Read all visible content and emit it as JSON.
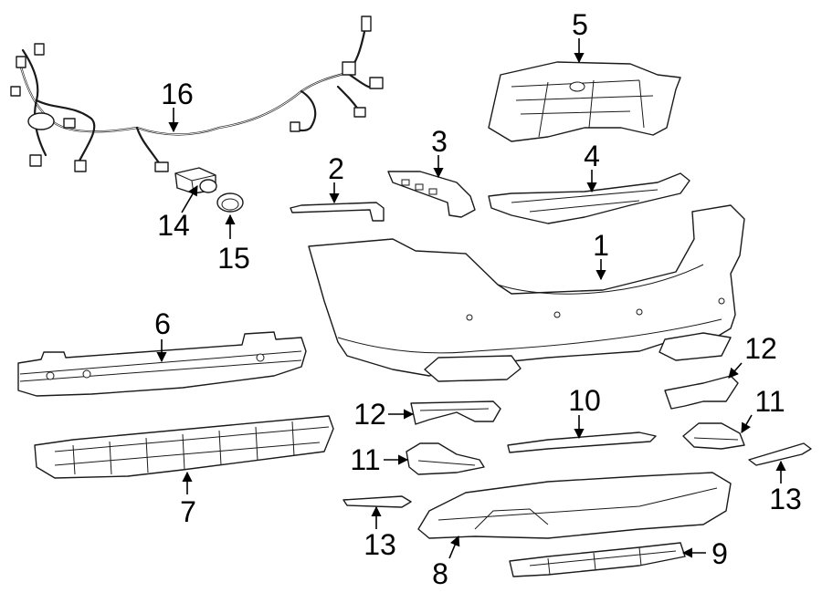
{
  "diagram": {
    "callouts": [
      {
        "id": "c1",
        "label": "1"
      },
      {
        "id": "c2",
        "label": "2"
      },
      {
        "id": "c3",
        "label": "3"
      },
      {
        "id": "c4",
        "label": "4"
      },
      {
        "id": "c5",
        "label": "5"
      },
      {
        "id": "c6",
        "label": "6"
      },
      {
        "id": "c7",
        "label": "7"
      },
      {
        "id": "c8",
        "label": "8"
      },
      {
        "id": "c9",
        "label": "9"
      },
      {
        "id": "c10",
        "label": "10"
      },
      {
        "id": "c11a",
        "label": "11"
      },
      {
        "id": "c11b",
        "label": "11"
      },
      {
        "id": "c12a",
        "label": "12"
      },
      {
        "id": "c12b",
        "label": "12"
      },
      {
        "id": "c13a",
        "label": "13"
      },
      {
        "id": "c13b",
        "label": "13"
      },
      {
        "id": "c14",
        "label": "14"
      },
      {
        "id": "c15",
        "label": "15"
      },
      {
        "id": "c16",
        "label": "16"
      }
    ]
  }
}
